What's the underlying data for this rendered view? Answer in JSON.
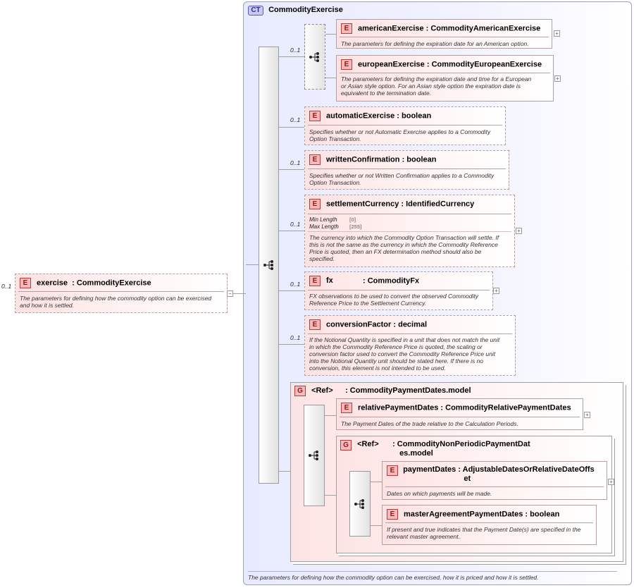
{
  "root": {
    "occurrence": "0..1",
    "name": "exercise",
    "type": ": CommodityExercise",
    "description": "The parameters for defining how the commodity option can be exercised and how it is settled.",
    "toggle": "−"
  },
  "complex_type": {
    "badge": "CT",
    "name": "CommodityExercise",
    "footer": "The parameters for defining how the commodity option can be exercised, how it is priced and how it is settled."
  },
  "badges": {
    "element": "E",
    "group": "G",
    "expand": "+"
  },
  "choice": {
    "occurrence": "0..1",
    "elements": [
      {
        "name": "americanExercise",
        "type": ": CommodityAmericanExercise",
        "description": "The parameters for defining the expiration date for an American option."
      },
      {
        "name": "europeanExercise",
        "type": ": CommodityEuropeanExercise",
        "description_lines": [
          "The parameters for defining the expiration date and time for a European",
          "or Asian style option. For an Asian style option the expiration date is",
          "equivalent to the termination date."
        ]
      }
    ]
  },
  "elements": [
    {
      "id": "automaticExercise",
      "occurrence": "0..1",
      "name": "automaticExercise",
      "type": ": boolean",
      "description_lines": [
        "Specifies whether or not Automatic Exercise applies to a Commodity",
        "Option Transaction."
      ]
    },
    {
      "id": "writtenConfirmation",
      "occurrence": "0..1",
      "name": "writtenConfirmation",
      "type": ": boolean",
      "description_lines": [
        "Specifies whether or not Written Confirmation applies to a Commodity",
        "Option Transaction."
      ]
    },
    {
      "id": "settlementCurrency",
      "occurrence": "0..1",
      "name": "settlementCurrency",
      "type": ": IdentifiedCurrency",
      "facets": [
        {
          "label": "Min Length",
          "value": "[0]"
        },
        {
          "label": "Max Length",
          "value": "[255]"
        }
      ],
      "description_lines": [
        "The currency into which the Commodity Option Transaction will settle. If",
        "this is not the same as the currency in which the Commodity Reference",
        "Price is quoted, then an FX determination method should also be",
        "specified."
      ]
    },
    {
      "id": "fx",
      "occurrence": "0..1",
      "name": "fx",
      "type": ": CommodityFx",
      "description_lines": [
        "FX observations to be used to convert the observed Commodity",
        "Reference Price to the Settlement Currency."
      ]
    },
    {
      "id": "conversionFactor",
      "occurrence": "0..1",
      "name": "conversionFactor",
      "type": ": decimal",
      "description_lines": [
        "If the Notional Quantity is specified in a unit that does not match the unit",
        "in which the Commodity Reference Price is quoted, the scaling or",
        "conversion factor used to convert the Commodity Reference Price unit",
        "into the Notional Quantity unit should be stated here. If there is no",
        "conversion, this element is not intended to be used."
      ]
    }
  ],
  "payment_group": {
    "ref": "<Ref>",
    "name": ": CommodityPaymentDates.model",
    "relative": {
      "name": "relativePaymentDates",
      "type": ": CommodityRelativePaymentDates",
      "description": "The Payment Dates of the trade relative to the Calculation Periods."
    },
    "nonperiodic": {
      "ref": "<Ref>",
      "name_lines": [
        ": CommodityNonPeriodicPaymentDat",
        "es.model"
      ],
      "paymentDates": {
        "name": "paymentDates",
        "type_lines": [
          ": AdjustableDatesOrRelativeDateOffs",
          "et"
        ],
        "description": "Dates on which payments will be made."
      },
      "masterAgreement": {
        "name": "masterAgreementPaymentDates",
        "type": ": boolean",
        "description_lines": [
          "If present and true indicates that the Payment Date(s) are specified in the",
          "relevant master agreement."
        ]
      }
    }
  }
}
